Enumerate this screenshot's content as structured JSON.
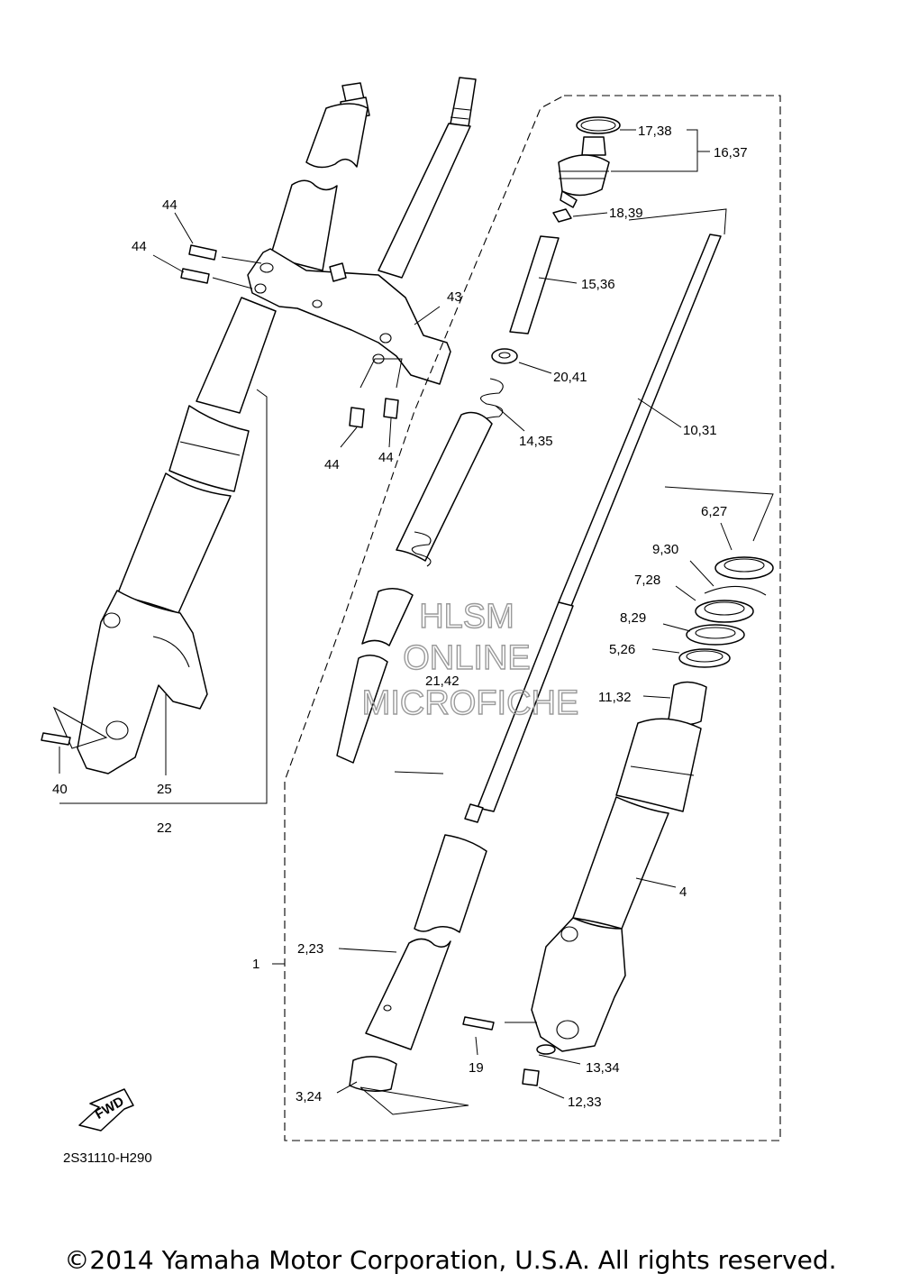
{
  "callouts": {
    "c1738": "17,38",
    "c1637": "16,37",
    "c1839": "18,39",
    "c1536": "15,36",
    "c43": "43",
    "c2041": "20,41",
    "c1435": "14,35",
    "c1031": "10,31",
    "c627": "6,27",
    "c930": "9,30",
    "c728": "7,28",
    "c829": "8,29",
    "c526": "5,26",
    "c1132": "11,32",
    "c2142": "21,42",
    "c4": "4",
    "c223": "2,23",
    "c1": "1",
    "c19": "19",
    "c1334": "13,34",
    "c1233": "12,33",
    "c324": "3,24",
    "c44a": "44",
    "c44b": "44",
    "c44c": "44",
    "c44d": "44",
    "c40": "40",
    "c25": "25",
    "c22": "22"
  },
  "fwd_label": "FWD",
  "diagram_code": "2S31110-H290",
  "watermark": {
    "line1": "HLSM",
    "line2": "ONLINE",
    "line3": "MICROFICHE"
  },
  "copyright": "©2014 Yamaha Motor Corporation, U.S.A. All rights reserved."
}
